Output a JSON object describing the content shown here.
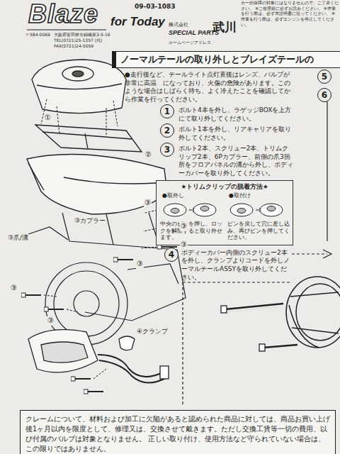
{
  "diagram": {
    "nodes": [
      {
        "text": [
          "ノーマルテールの取り外しとブレイズテールの"
        ]
      },
      {
        "text": [
          "5"
        ]
      },
      {
        "text": [
          "6"
        ]
      },
      {
        "text": [
          "1"
        ]
      },
      {
        "text": [
          "2"
        ]
      },
      {
        "text": [
          "3"
        ]
      },
      {
        "text": [
          "★トリムクリップの脱着方法★"
        ]
      },
      {
        "text": [
          "4"
        ]
      },
      {
        "text": [
          "クレームについて、材料および加工に欠陥があると認められた商品に対しては、商品お買い上げ後1ヶ月以内を限度として、修理又は、交換させて戴きます。ただし交換工賃等一切の費用、以び付属のバルブは対象となりません。 正しい取り付け、使用方法など守られていない場合は、この限りではありません。"
        ]
      }
    ],
    "labels": [
      "Blaze",
      "09-03-1083",
      "for Today",
      "〒584-0069",
      "大阪府富田林市錦織東3-5-16",
      "TEL(0721)25-1357 (代)",
      "FAX(0721)24-5059",
      "株式会社",
      "SPECIAL PARTS",
      "武川",
      "ホームページアドレス",
      "カー的保障の対象にはなりませんので、ご了承ください。 ※ご使用前に必ずお読みください。 ※作業を行う際は、必ず本説明書に従ってください。 ※作業を行う際は、必ずエンジンを停止してください。",
      "●走行後など、テールライト点灯直後はレンズ、バルブが非常に高温　になっており、火傷の危険があります。このような場合はしばらく待ち、よく冷えたことを確認してから作業を行ってください。",
      "ボルト4本を外し、ラゲッジBOXを上方にて取り外してください。",
      "ボルト1本を外し、リアキャリアを取り外してください。",
      "ボルト2本、スクリュー2本、トリムクリップ2本、6Pカプラー、前側の爪3箇所をフロアパネルの溝から外し、ボディーカバーを取り外してください。",
      "●取外し",
      "●取付け",
      "中央のピンを押し、ロックを解除すると取り外せます。",
      "ピンを戻して穴に差し込み、再びピンを押してください。",
      "ボディーカバー内側のスクリュー2本を外し、クランプよりコードを外しノーマルテールASSYを取り外してください。",
      "①",
      "②",
      "③カプラー",
      "③",
      "③",
      "③",
      "③爪/溝",
      "③",
      "③",
      "③",
      "④クランプ"
    ]
  }
}
